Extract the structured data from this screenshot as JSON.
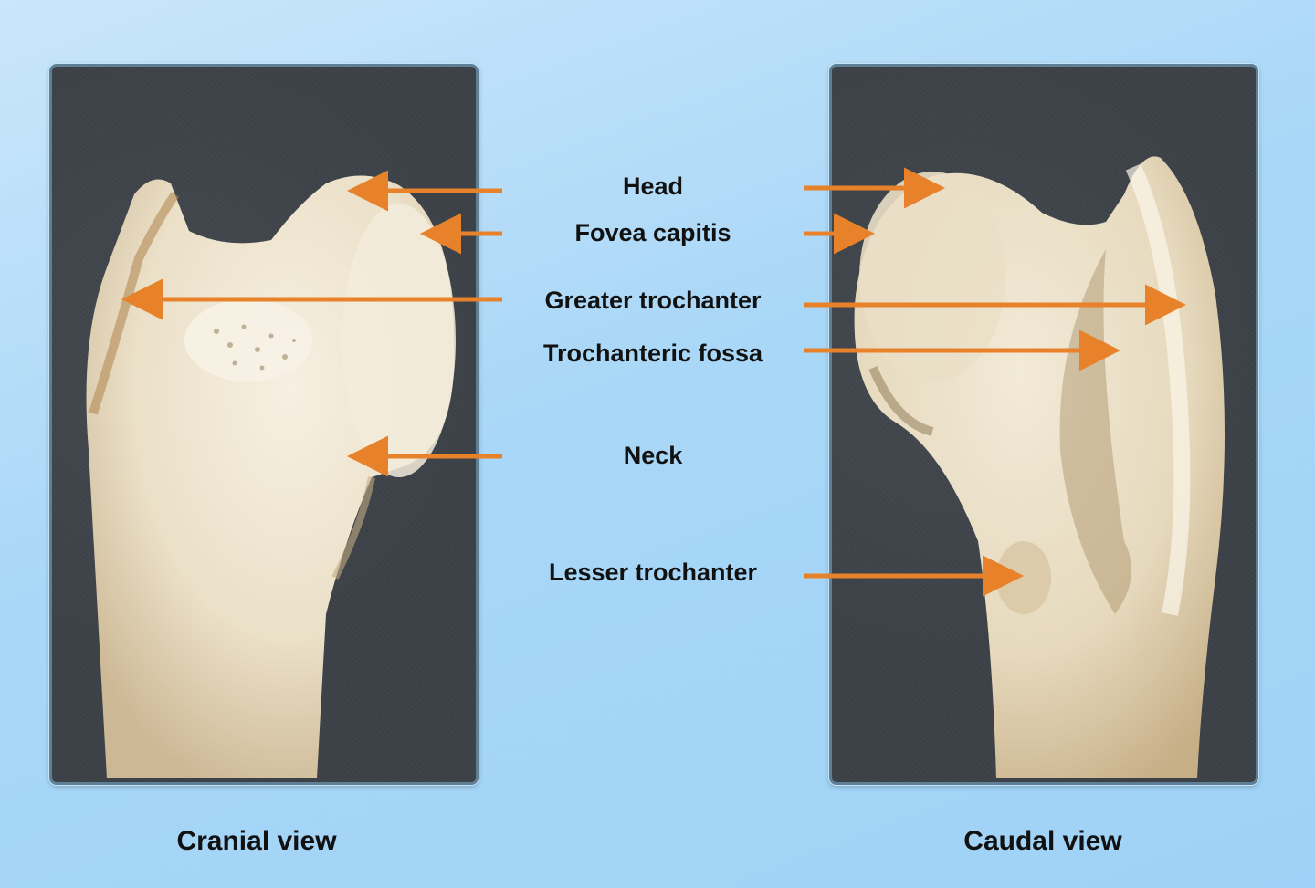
{
  "labels": {
    "head": "Head",
    "fovea_capitis": "Fovea capitis",
    "greater_trochanter": "Greater trochanter",
    "trochanteric_fossa": "Trochanteric fossa",
    "neck": "Neck",
    "lesser_trochanter": "Lesser trochanter"
  },
  "captions": {
    "cranial": "Cranial view",
    "caudal": "Caudal view"
  },
  "colors": {
    "arrow": "#e8822a",
    "background": "#a9d7f7",
    "panel": "#3d4349",
    "bone": "#efe6d3"
  }
}
